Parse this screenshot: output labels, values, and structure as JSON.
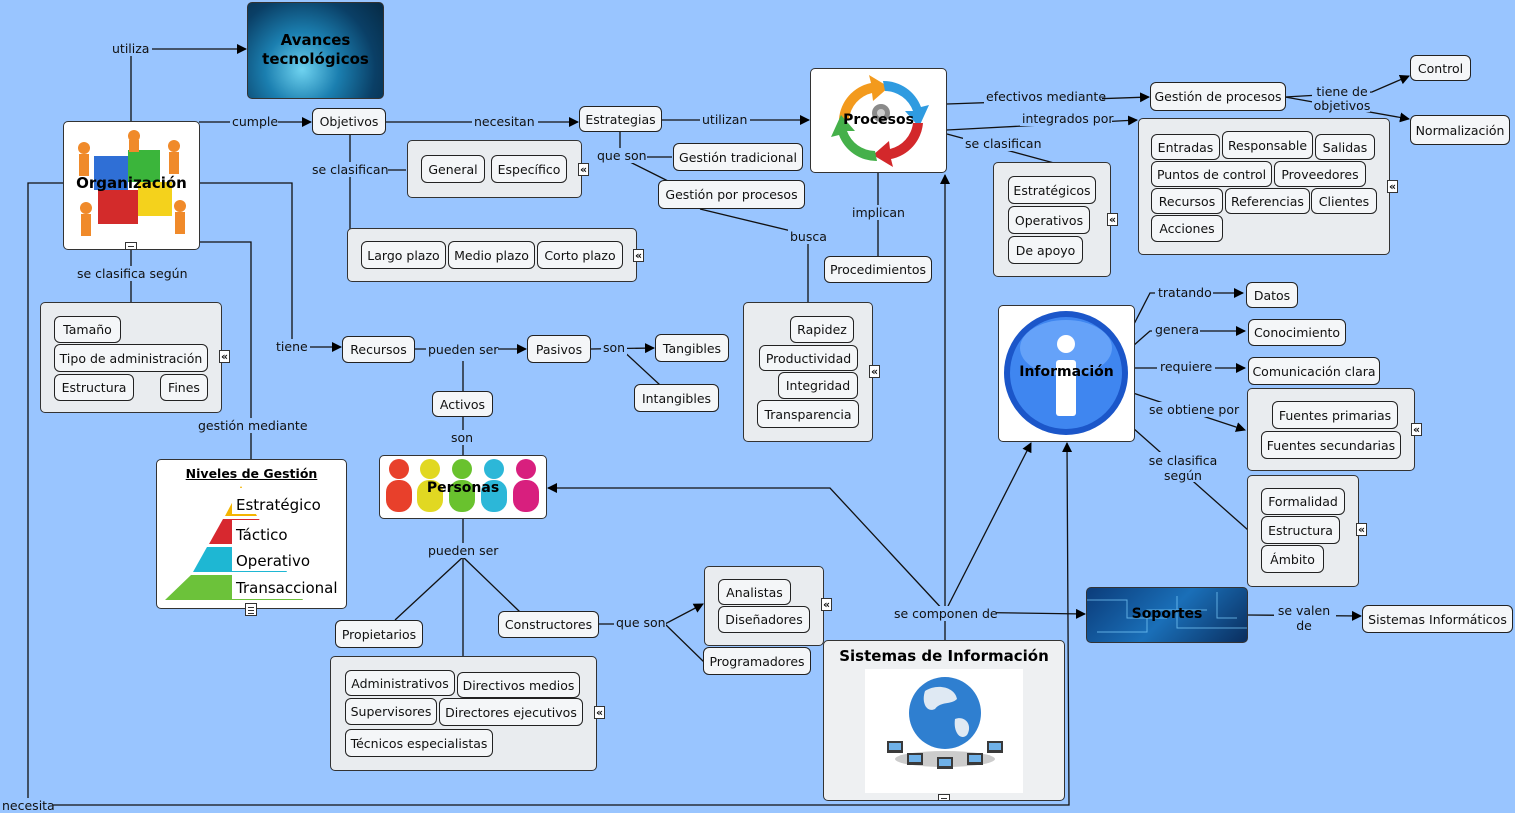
{
  "colors": {
    "background": "#99c5ff",
    "node": "#f4f6f8",
    "group": "#e9ecef"
  },
  "icons": {
    "collapse": "«",
    "note": "note-icon"
  },
  "nodes": {
    "avances": "Avances tecnológicos",
    "organizacion": "Organización",
    "objetivos": "Objetivos",
    "estrategias": "Estrategias",
    "procesos": "Procesos",
    "gestion_procesos": "Gestión de procesos",
    "control": "Control",
    "normalizacion": "Normalización",
    "general": "General",
    "especifico": "Específico",
    "gestion_tradicional": "Gestión tradicional",
    "gestion_por_procesos": "Gestión por procesos",
    "largo": "Largo plazo",
    "medio": "Medio plazo",
    "corto": "Corto plazo",
    "procedimientos": "Procedimientos",
    "estrategicos": "Estratégicos",
    "operativos": "Operativos",
    "de_apoyo": "De apoyo",
    "entradas": "Entradas",
    "responsable": "Responsable",
    "salidas": "Salidas",
    "puntos_control": "Puntos de control",
    "proveedores": "Proveedores",
    "recursos_p": "Recursos",
    "referencias": "Referencias",
    "clientes": "Clientes",
    "acciones": "Acciones",
    "tamano": "Tamaño",
    "tipo_admin": "Tipo de administración",
    "estructura_o": "Estructura",
    "fines": "Fines",
    "recursos": "Recursos",
    "pasivos": "Pasivos",
    "tangibles": "Tangibles",
    "intangibles": "Intangibles",
    "activos": "Activos",
    "rapidez": "Rapidez",
    "productividad": "Productividad",
    "integridad": "Integridad",
    "transparencia": "Transparencia",
    "informacion": "Información",
    "datos": "Datos",
    "conocimiento": "Conocimiento",
    "comunicacion": "Comunicación clara",
    "fuentes_prim": "Fuentes primarias",
    "fuentes_sec": "Fuentes secundarias",
    "formalidad": "Formalidad",
    "estructura_i": "Estructura",
    "ambito": "Ámbito",
    "personas": "Personas",
    "niveles_title": "Niveles de Gestión",
    "estrategico": "Estratégico",
    "tactico": "Táctico",
    "operativo": "Operativo",
    "transaccional": "Transaccional",
    "propietarios": "Propietarios",
    "constructores": "Constructores",
    "analistas": "Analistas",
    "disenadores": "Diseñadores",
    "programadores": "Programadores",
    "administrativos": "Administrativos",
    "directivos_medios": "Directivos medios",
    "supervisores": "Supervisores",
    "directores": "Directores ejecutivos",
    "tecnicos": "Técnicos especialistas",
    "sistemas": "Sistemas de Información",
    "soportes": "Soportes",
    "sist_informaticos": "Sistemas Informáticos"
  },
  "links": {
    "utiliza": "utiliza",
    "cumple": "cumple",
    "necesitan": "necesitan",
    "utilizan": "utilizan",
    "efectivos": "efectivos mediante",
    "tiene_de": "tiene de",
    "objetivos": "objetivos",
    "integrados": "integrados por",
    "se_clasifican_p": "se clasifican",
    "se_clasifican_o": "se clasifican",
    "que_son": "que son",
    "implican": "implican",
    "busca": "busca",
    "se_clasifica_segun": "se clasifica según",
    "tiene": "tiene",
    "pueden_ser_r": "pueden ser",
    "son_p": "son",
    "son_a": "son",
    "gestion_mediante": "gestión mediante",
    "tratando": "tratando",
    "genera": "genera",
    "requiere": "requiere",
    "se_obtiene": "se obtiene por",
    "se_clasifica_i": "se clasifica",
    "segun": "según",
    "pueden_ser_pers": "pueden ser",
    "que_son_c": "que son",
    "se_componen": "se componen de",
    "se_valen": "se valen",
    "de": "de",
    "necesita": "necesita"
  }
}
